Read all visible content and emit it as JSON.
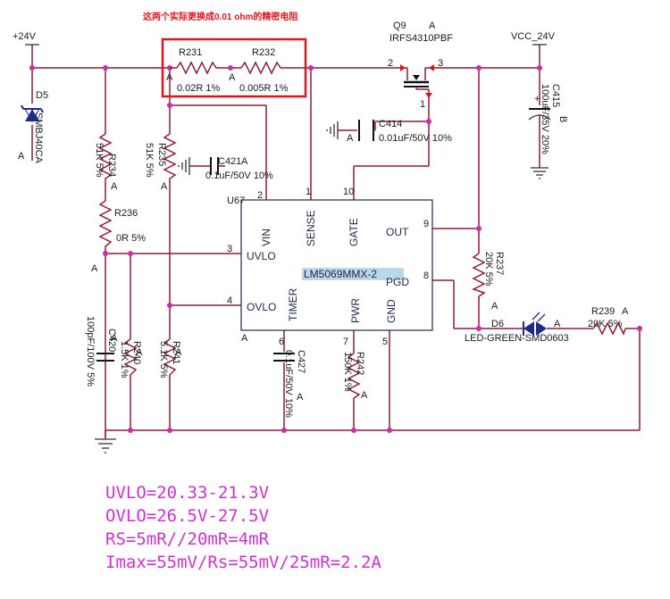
{
  "note": "这两个实际更换成0.01 ohm的精密电阻",
  "rails": {
    "plus24": "+24V",
    "vcc": "VCC_24V"
  },
  "ic": {
    "ref": "U67",
    "part": "LM5069MMX-2",
    "unit": "A",
    "pins": {
      "vin": {
        "label": "VIN",
        "num": "2"
      },
      "sense": {
        "label": "SENSE",
        "num": "1"
      },
      "gate": {
        "label": "GATE",
        "num": "10"
      },
      "out": {
        "label": "OUT",
        "num": "9"
      },
      "pgd": {
        "label": "PGD",
        "num": "8"
      },
      "uvlo": {
        "label": "UVLO",
        "num": "3"
      },
      "ovlo": {
        "label": "OVLO",
        "num": "4"
      },
      "timer": {
        "label": "TIMER",
        "num": "6"
      },
      "pwr": {
        "label": "PWR",
        "num": "7"
      },
      "gnd": {
        "label": "GND",
        "num": "5"
      }
    }
  },
  "components": {
    "r231": {
      "ref": "R231",
      "value": "0.02R 1%",
      "unit": "A"
    },
    "r232": {
      "ref": "R232",
      "value": "0.005R 1%",
      "unit": "A"
    },
    "q9": {
      "ref": "Q9",
      "unit": "A",
      "part": "IRFS4310PBF",
      "pin2": "2",
      "pin3": "3",
      "pin1": "1"
    },
    "d5": {
      "ref": "D5",
      "part": "SMBJ40CA",
      "unit": "A"
    },
    "r234": {
      "ref": "R234",
      "value": "51K 5%",
      "unit": "A"
    },
    "r235": {
      "ref": "R235",
      "value": "51K 5%",
      "unit": "A"
    },
    "c421": {
      "ref": "C421",
      "value": "0.1uF/50V 10%",
      "unit": "A"
    },
    "c414": {
      "ref": "C414",
      "value": "0.01uF/50V 10%",
      "unit": "A"
    },
    "c415": {
      "ref": "C415",
      "value": "100uF/35V 20%",
      "unit": "B"
    },
    "r236": {
      "ref": "R236",
      "value": "0R 5%",
      "unit": "A"
    },
    "c420": {
      "ref": "C420",
      "value": "100pF/100V 5%",
      "unit": "A"
    },
    "r240": {
      "ref": "R240",
      "value": "1.5K 1%",
      "unit": "A"
    },
    "r241": {
      "ref": "R241",
      "value": "5.1K 5%",
      "unit": "A"
    },
    "c427": {
      "ref": "C427",
      "value": "0.1uF/50V 10%",
      "unit": "A"
    },
    "r242": {
      "ref": "R242",
      "value": "150K 1%",
      "unit": "A"
    },
    "r237": {
      "ref": "R237",
      "value": "20K 5%",
      "unit": "A"
    },
    "d6": {
      "ref": "D6",
      "part": "LED-GREEN-SMD0603",
      "unit": "A"
    },
    "r239": {
      "ref": "R239",
      "value": "20K 5%",
      "unit": "A"
    }
  },
  "equations": [
    "UVLO=20.33-21.3V",
    "OVLO=26.5V-27.5V",
    "RS=5mR//20mR=4mR",
    "Imax=55mV/Rs=55mV/25mR=2.2A"
  ]
}
